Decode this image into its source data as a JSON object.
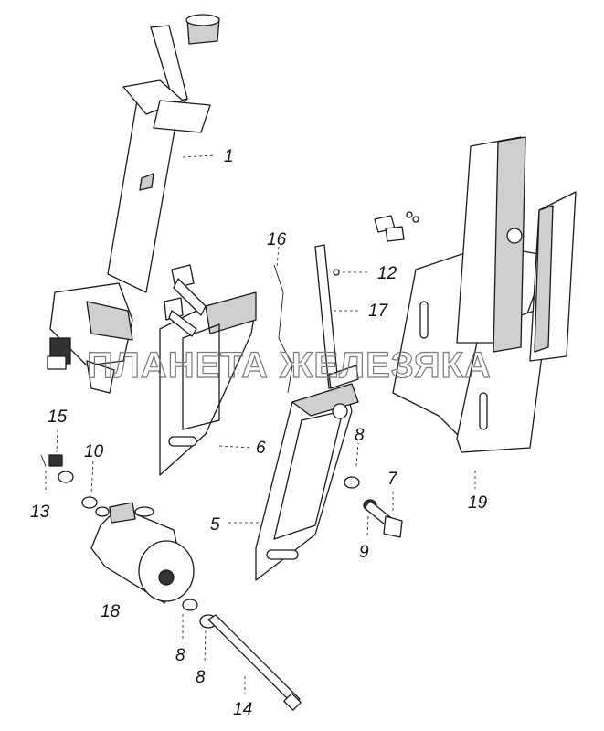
{
  "watermark": "ПЛАНЕТА ЖЕЛЕЗЯКА",
  "callouts": {
    "c1": "1",
    "c5": "5",
    "c6": "6",
    "c7": "7",
    "c8a": "8",
    "c8b": "8",
    "c8c": "8",
    "c9": "9",
    "c10": "10",
    "c12": "12",
    "c13": "13",
    "c14": "14",
    "c15": "15",
    "c16": "16",
    "c17": "17",
    "c18": "18",
    "c19": "19"
  },
  "colors": {
    "line": "#1a1a1a",
    "watermark": "#7a7a7a",
    "background": "#ffffff"
  }
}
